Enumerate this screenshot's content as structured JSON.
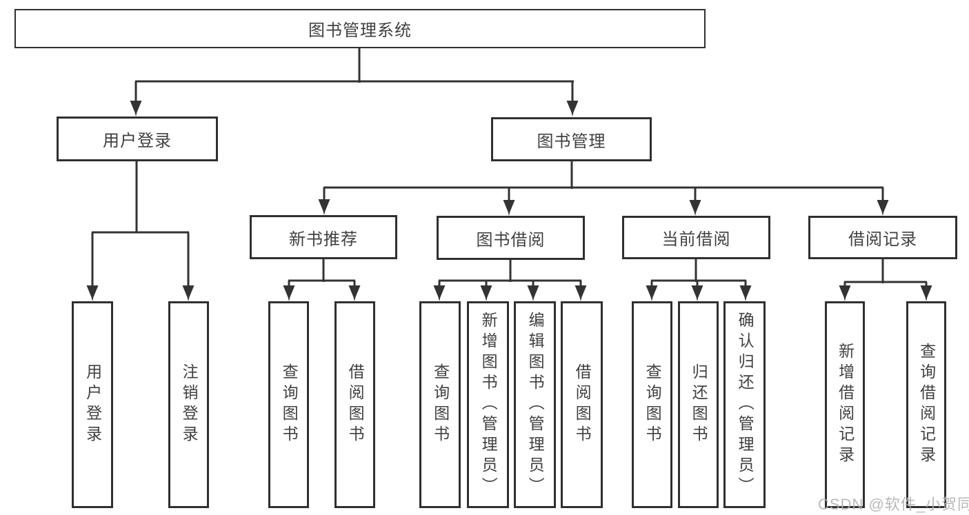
{
  "diagram": {
    "root": {
      "label": "图书管理系统"
    },
    "level2": [
      {
        "label": "用户登录"
      },
      {
        "label": "图书管理"
      }
    ],
    "level3": [
      {
        "label": "新书推荐"
      },
      {
        "label": "图书借阅"
      },
      {
        "label": "当前借阅"
      },
      {
        "label": "借阅记录"
      }
    ],
    "leaves": {
      "user_login": [
        {
          "label": "用户登录"
        },
        {
          "label": "注销登录"
        }
      ],
      "new_books": [
        {
          "label": "查询图书"
        },
        {
          "label": "借阅图书"
        }
      ],
      "book_borrow": [
        {
          "label": "查询图书"
        },
        {
          "label": "新增图书（管理员）"
        },
        {
          "label": "编辑图书（管理员）"
        },
        {
          "label": "借阅图书"
        }
      ],
      "current_borrow": [
        {
          "label": "查询图书"
        },
        {
          "label": "归还图书"
        },
        {
          "label": "确认归还（管理员）"
        }
      ],
      "borrow_records": [
        {
          "label": "新增借阅记录"
        },
        {
          "label": "查询借阅记录"
        }
      ]
    }
  },
  "watermark": {
    "text": "CSDN @软件_小贺同学"
  },
  "colors": {
    "background": "#ffffff",
    "box_border": "#2f2f2f",
    "connector_line": "#333333",
    "label_text": "#404040",
    "watermark_text": "#b3b0b4"
  }
}
